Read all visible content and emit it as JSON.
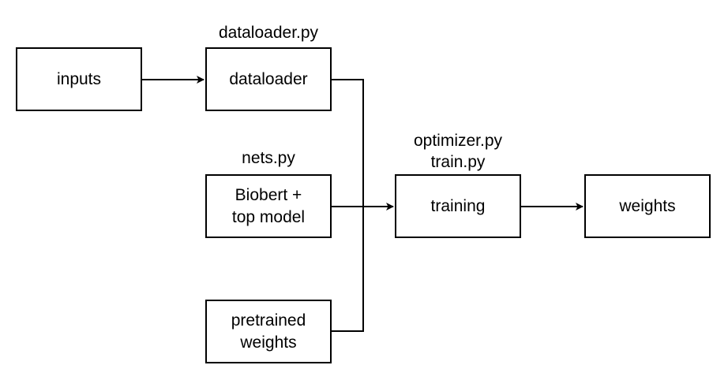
{
  "nodes": {
    "inputs": {
      "label": "inputs"
    },
    "dataloader": {
      "label": "dataloader",
      "caption": "dataloader.py"
    },
    "model": {
      "label": "Biobert +\ntop model",
      "caption": "nets.py"
    },
    "pretrained": {
      "label": "pretrained\nweights"
    },
    "training": {
      "label": "training",
      "caption": "optimizer.py\ntrain.py"
    },
    "weights": {
      "label": "weights"
    }
  },
  "edges": [
    {
      "from": "inputs",
      "to": "dataloader"
    },
    {
      "from": "dataloader",
      "to": "training"
    },
    {
      "from": "model",
      "to": "training"
    },
    {
      "from": "pretrained",
      "to": "training"
    },
    {
      "from": "training",
      "to": "weights"
    }
  ],
  "colors": {
    "stroke": "#000000",
    "background": "#ffffff"
  }
}
